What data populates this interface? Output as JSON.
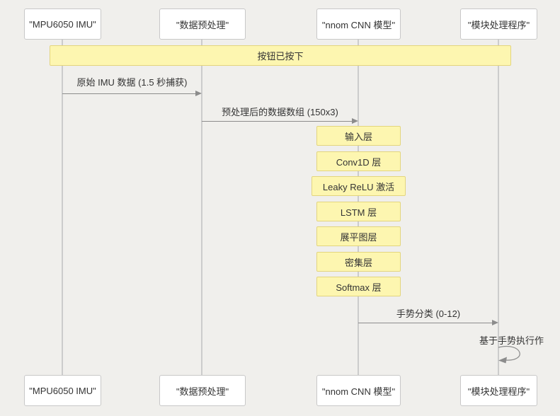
{
  "diagram": {
    "type": "sequence-diagram",
    "actors": [
      {
        "label": "\"MPU6050 IMU\""
      },
      {
        "label": "\"数据预处理\""
      },
      {
        "label": "\"nnom CNN 模型\""
      },
      {
        "label": "\"模块处理程序\""
      }
    ],
    "band_note": {
      "text": "按钮已按下"
    },
    "messages": [
      {
        "from": "\"MPU6050 IMU\"",
        "to": "\"数据预处理\"",
        "text": "原始 IMU 数据 (1.5 秒捕获)"
      },
      {
        "from": "\"数据预处理\"",
        "to": "\"nnom CNN 模型\"",
        "text": "预处理后的数据数组 (150x3)"
      },
      {
        "from": "\"nnom CNN 模型\"",
        "to": "\"模块处理程序\"",
        "text": "手势分类 (0-12)"
      },
      {
        "from": "\"模块处理程序\"",
        "to": "\"模块处理程序\"",
        "text": "基于手势执行作",
        "self": true
      }
    ],
    "cnn_layer_notes": [
      "输入层",
      "Conv1D 层",
      "Leaky ReLU 激活",
      "LSTM 层",
      "展平图层",
      "密集层",
      "Softmax 层"
    ],
    "colors": {
      "background": "#f0efec",
      "note_fill": "#fdf6b0",
      "note_border": "#e3d57e",
      "actor_fill": "#ffffff",
      "actor_border": "#c8c8c8",
      "arrow": "#8c8c8c",
      "lifeline": "#cccccc",
      "text": "#333333"
    }
  }
}
